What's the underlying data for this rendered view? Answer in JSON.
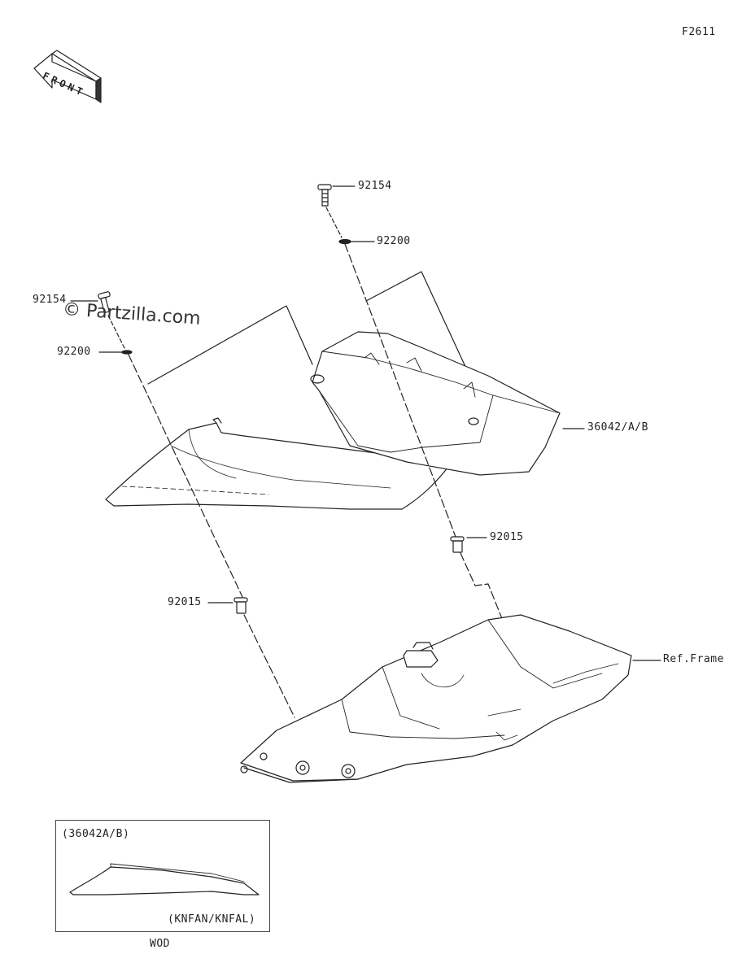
{
  "diagram_code": "F2611",
  "front_label": "FRONT",
  "watermark": "© Partzilla.com",
  "callouts": {
    "bolt_top": "92154",
    "washer_top": "92200",
    "bolt_left": "92154",
    "washer_left": "92200",
    "cover": "36042/A/B",
    "grommet_right": "92015",
    "grommet_left": "92015",
    "frame": "Ref.Frame"
  },
  "inset": {
    "title": "(36042A/B)",
    "variant": "(KNFAN/KNFAL)",
    "caption": "WOD"
  }
}
